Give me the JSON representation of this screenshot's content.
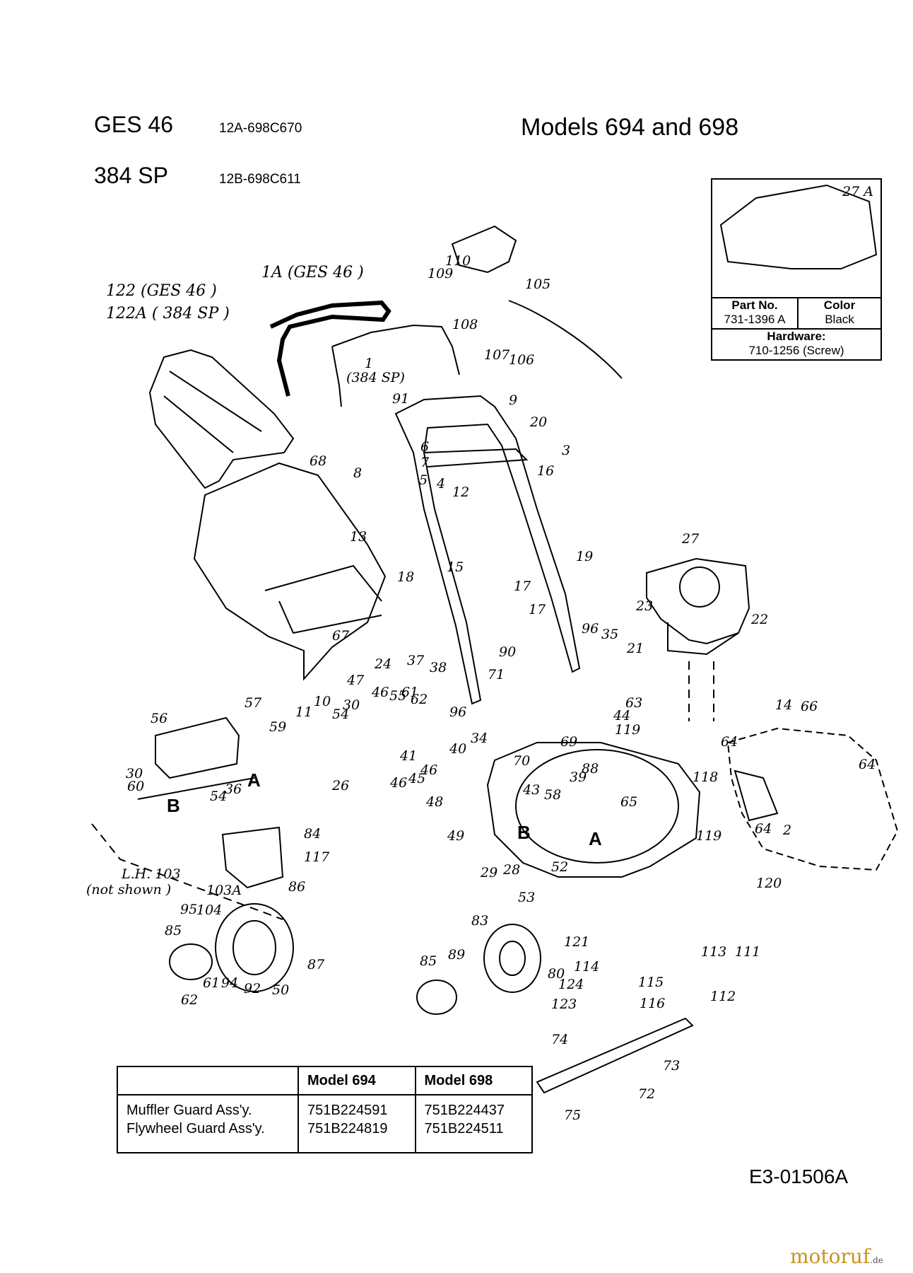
{
  "header": {
    "model_1": "GES 46",
    "code_1": "12A-698C670",
    "model_2": "384 SP",
    "code_2": "12B-698C611",
    "title": "Models 694 and 698"
  },
  "inset": {
    "callout": "27 A",
    "part_no_label": "Part No.",
    "part_no_value": "731-1396 A",
    "color_label": "Color",
    "color_value": "Black",
    "hardware_label": "Hardware:",
    "hardware_value": "710-1256 (Screw)"
  },
  "callouts": {
    "c122": "122  (GES 46 )",
    "c122a": "122A ( 384 SP )",
    "c1a": "1A (GES 46 )",
    "c1": "1",
    "c384sp": "(384 SP)",
    "c110": "110",
    "c109": "109",
    "c108": "108",
    "c107": "107",
    "c106": "106",
    "c105": "105",
    "c91": "91",
    "c9": "9",
    "c20": "20",
    "c3": "3",
    "c6": "6",
    "c7": "7",
    "c4": "4",
    "c5": "5",
    "c12": "12",
    "c16": "16",
    "c8": "8",
    "c68": "68",
    "c13": "13",
    "c18": "18",
    "c15": "15",
    "c17a": "17",
    "c17b": "17",
    "c19": "19",
    "c27": "27",
    "c23": "23",
    "c22": "22",
    "c21": "21",
    "c96a": "96",
    "c35": "35",
    "c67": "67",
    "c90": "90",
    "c71": "71",
    "c24": "24",
    "c37": "37",
    "c38": "38",
    "c47": "47",
    "c46a": "46",
    "c55": "55",
    "c61a": "61",
    "c62a": "62",
    "c57": "57",
    "c10": "10",
    "c11": "11",
    "c56": "56",
    "c59": "59",
    "c54a": "54",
    "c30a": "30",
    "c96b": "96",
    "c34": "34",
    "c40": "40",
    "c63": "63",
    "c44": "44",
    "c119a": "119",
    "c14": "14",
    "c66": "66",
    "c64a": "64",
    "c64b": "64",
    "c64c": "64",
    "c2": "2",
    "c69": "69",
    "c70": "70",
    "c39": "39",
    "c88": "88",
    "c30b": "30",
    "c60": "60",
    "c54b": "54",
    "c36": "36",
    "c26": "26",
    "c41": "41",
    "c45": "45",
    "c46b": "46",
    "c46c": "46",
    "c48": "48",
    "c43": "43",
    "c58": "58",
    "c65": "65",
    "c118": "118",
    "c49": "49",
    "c84": "84",
    "c117": "117",
    "c119b": "119",
    "c120": "120",
    "c29": "29",
    "c28": "28",
    "c52": "52",
    "c53": "53",
    "c86": "86",
    "c103": "L.H. 103",
    "c103_note": "(not shown )",
    "c103a": "103A",
    "c95": "95",
    "c104": "104",
    "c85a": "85",
    "c87": "87",
    "c62b": "62",
    "c61b": "61",
    "c94": "94",
    "c92": "92",
    "c50": "50",
    "c83": "83",
    "c121": "121",
    "c89": "89",
    "c85b": "85",
    "c80": "80",
    "c114": "114",
    "c115": "115",
    "c124": "124",
    "c116": "116",
    "c123": "123",
    "c113": "113",
    "c111": "111",
    "c112": "112",
    "c74": "74",
    "c73": "73",
    "c72": "72",
    "c75": "75",
    "markA1": "A",
    "markB1": "B",
    "markA2": "A",
    "markB2": "B"
  },
  "guard_table": {
    "headers": [
      "",
      "Model 694",
      "Model 698"
    ],
    "rows": [
      {
        "name": "Muffler Guard Ass'y.",
        "m694": "751B224591",
        "m698": "751B224437"
      },
      {
        "name": "Flywheel Guard Ass'y.",
        "m694": "751B224819",
        "m698": "751B224511"
      }
    ]
  },
  "doc_id": "E3-01506A",
  "watermark": {
    "brand": "motoruf",
    "tld": ".de",
    "color": "#c9951a"
  }
}
